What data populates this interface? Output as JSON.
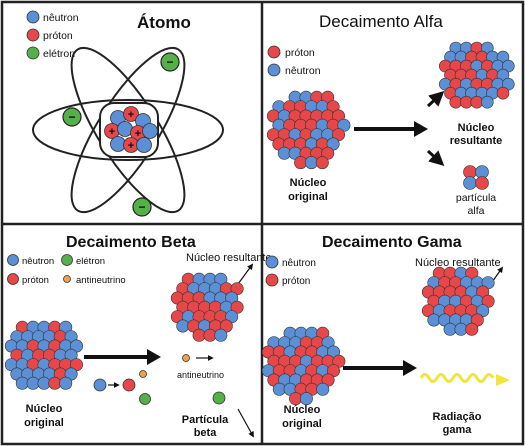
{
  "panels": {
    "atom": {
      "title": "Átomo",
      "legend": [
        "nêutron",
        "próton",
        "elétron"
      ],
      "electron_symbol": "−",
      "proton_symbol": "+"
    },
    "alpha": {
      "title": "Decaimento Alfa",
      "legend": [
        "próton",
        "nêutron"
      ],
      "original_line1": "Núcleo",
      "original_line2": "original",
      "resultant_line1": "Núcleo",
      "resultant_line2": "resultante",
      "particle_line1": "partícula",
      "particle_line2": "alfa"
    },
    "beta": {
      "title": "Decaimento Beta",
      "legend": [
        "nêutron",
        "elétron",
        "próton",
        "antineutrino"
      ],
      "resultant": "Núcleo resultante",
      "antineutrino": "antineutrino",
      "original_line1": "Núcleo",
      "original_line2": "original",
      "particle_line1": "Partícula",
      "particle_line2": "beta"
    },
    "gamma": {
      "title": "Decaimento Gama",
      "legend": [
        "nêutron",
        "próton"
      ],
      "resultant": "Núcleo resultante",
      "original_line1": "Núcleo",
      "original_line2": "original",
      "radiation_line1": "Radiação",
      "radiation_line2": "gama"
    }
  },
  "colors": {
    "proton": "#e8474a",
    "neutron": "#5b8fd6",
    "electron": "#56b04a",
    "antineutrino": "#f0a04b",
    "gamma_ray": "#f2e43a",
    "frame": "#222222"
  }
}
